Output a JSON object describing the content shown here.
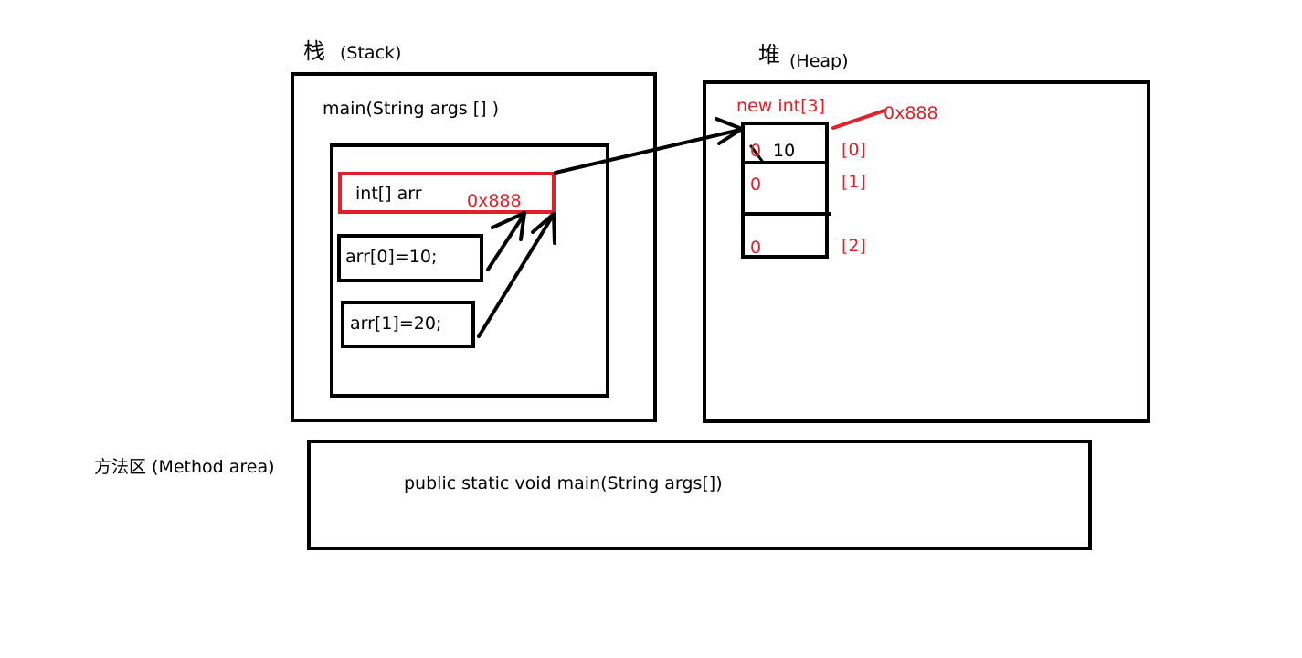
{
  "stack": {
    "title_cn": "栈",
    "title_en": "(Stack)",
    "frame_label": "main(String args [] )",
    "var_decl": "int[] arr",
    "var_value": "0x888",
    "stmt1": "arr[0]=10;",
    "stmt2": "arr[1]=20;"
  },
  "heap": {
    "title_cn": "堆",
    "title_en": "(Heap)",
    "alloc_label": "new int[3]",
    "address": "0x888",
    "cells": [
      {
        "old": "0",
        "new": "10",
        "index": "[0]"
      },
      {
        "old": "0",
        "new": "",
        "index": "[1]"
      },
      {
        "old": "0",
        "new": "",
        "index": "[2]"
      }
    ]
  },
  "method_area": {
    "title": "方法区 (Method  area)",
    "content": "public static void   main(String args[])"
  },
  "colors": {
    "stroke": "#000000",
    "highlight": "#e0202a"
  }
}
